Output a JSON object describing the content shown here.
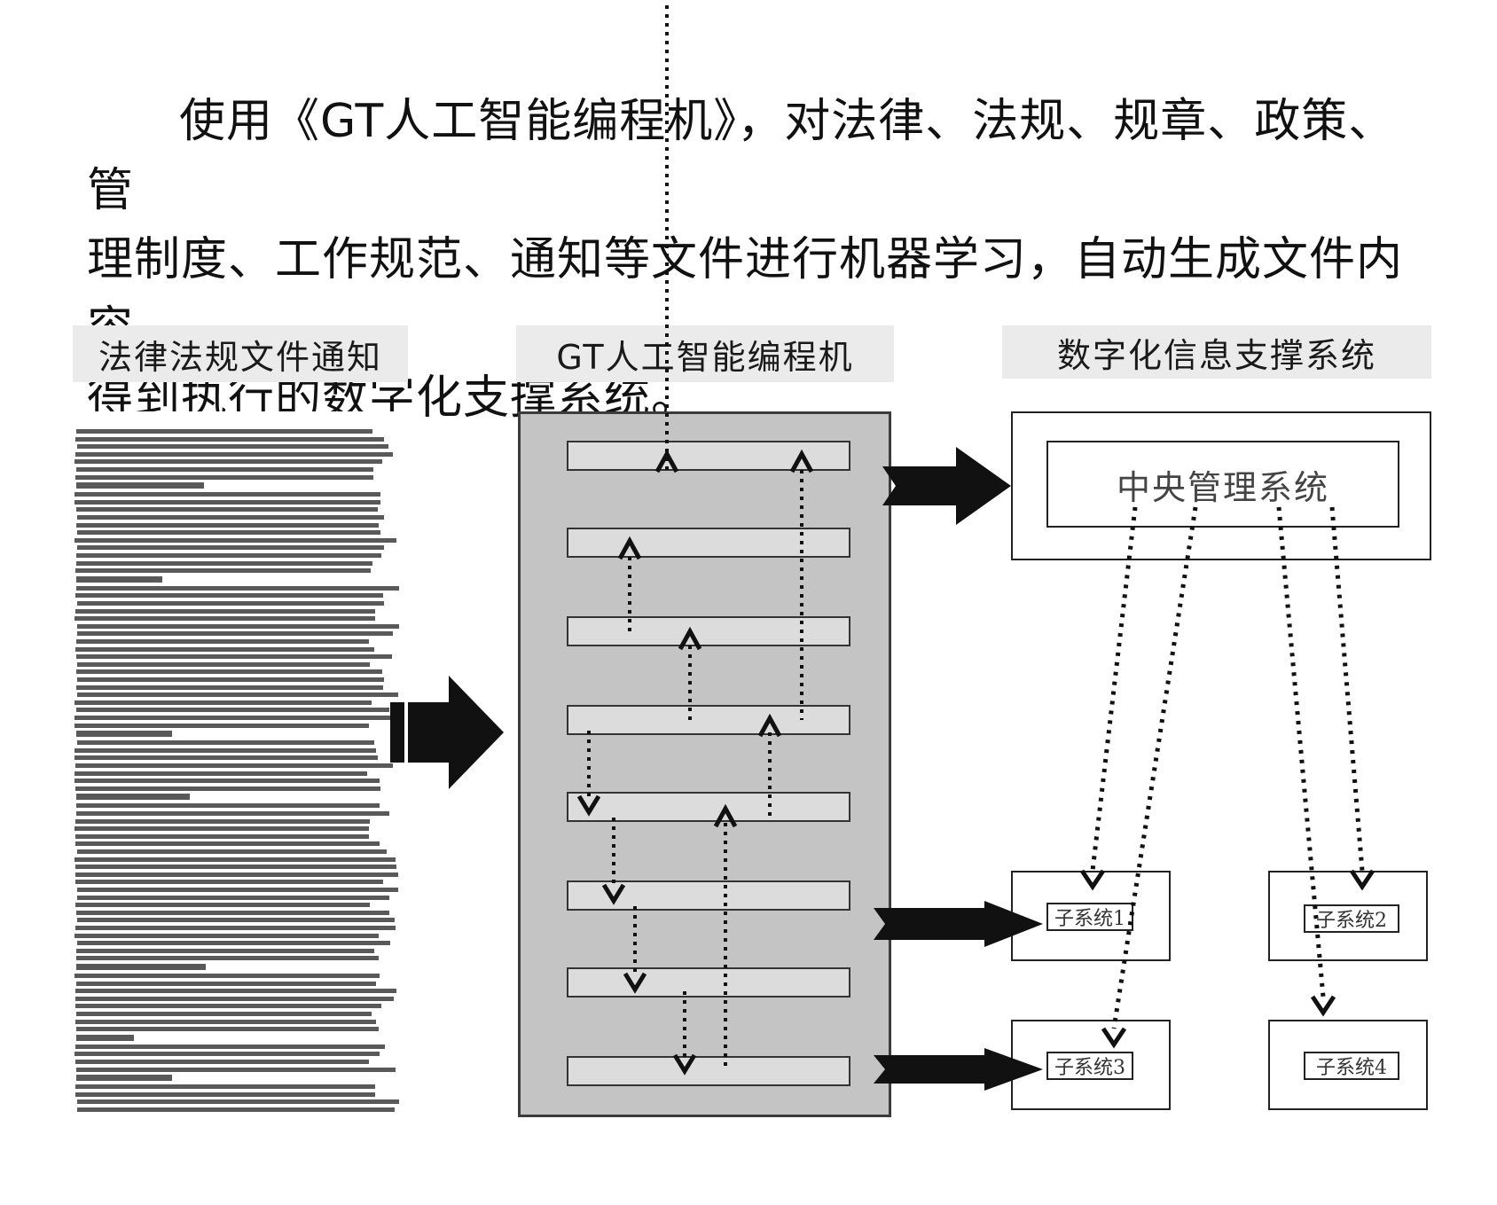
{
  "intro": {
    "line1": "使用《GT人工智能编程机》，对法律、法规、规章、政策、管",
    "line2": "理制度、工作规范、通知等文件进行机器学习，自动生成文件内容",
    "line3": "得到执行的数字化支撑系统。"
  },
  "headers": {
    "docs": "法律法规文件通知",
    "gt": "GT人工智能编程机",
    "digital": "数字化信息支撑系统"
  },
  "central": {
    "label": "中央管理系统"
  },
  "subsystems": [
    {
      "label": "子系统1"
    },
    {
      "label": "子系统2"
    },
    {
      "label": "子系统3"
    },
    {
      "label": "子系统4"
    }
  ],
  "colors": {
    "panel": "#c4c4c4",
    "bar": "#dcdcdc",
    "arrow": "#111111",
    "header_bg": "#ebebeb"
  }
}
